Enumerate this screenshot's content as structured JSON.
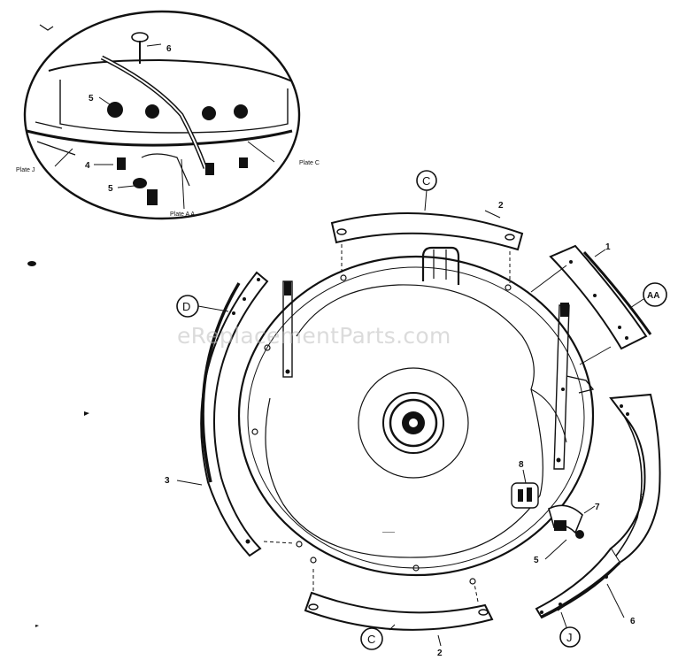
{
  "watermark": "eReplacementParts.com",
  "inset": {
    "part_numbers": {
      "screw": "6",
      "nut_a": "5",
      "washer": "4",
      "nut_b": "5"
    },
    "plate_labels": {
      "left": "Plate J",
      "right": "Plate C",
      "bottom": "Plate A A"
    }
  },
  "part_numbers": {
    "top_baffle": "2",
    "right_top_plate": "1",
    "left_plate": "3",
    "bottom_baffle": "2",
    "right_plate": "6",
    "bracket": "7",
    "small_screw": "5",
    "bolt": "8"
  },
  "plate_callouts": {
    "top": "C",
    "right_top": "AA",
    "left": "D",
    "bottom": "C",
    "bottom_right": "J"
  },
  "center_text": "——"
}
